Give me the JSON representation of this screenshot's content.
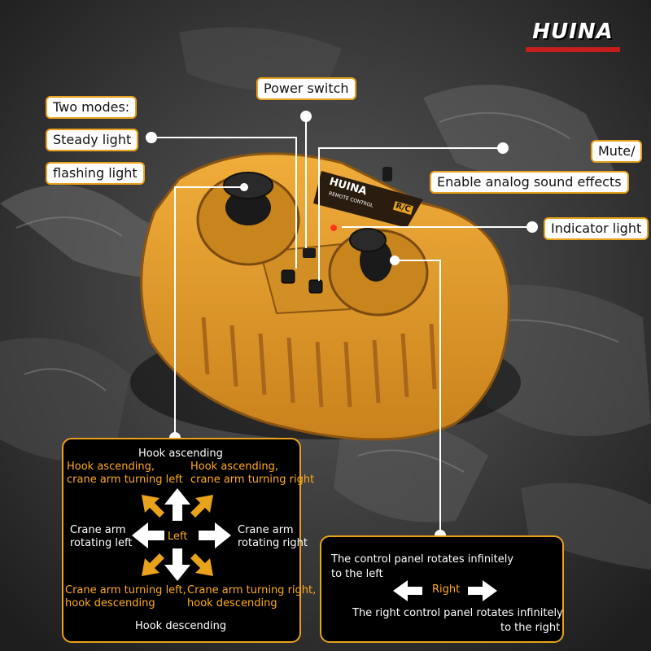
{
  "brand": {
    "logo_text": "HUINA",
    "remote_text": "REMOTE CONTROL",
    "rc_badge": "R/C"
  },
  "callouts": {
    "power_switch": "Power switch",
    "two_modes": "Two modes:",
    "steady_light": "Steady light",
    "flashing_light": "flashing light",
    "mute": "Mute/",
    "enable_sound": "Enable analog sound effects",
    "indicator_light": "Indicator light"
  },
  "left_panel": {
    "up": "Hook ascending",
    "up_left_1": "Hook ascending,",
    "up_left_2": "crane arm turning left",
    "up_right_1": "Hook ascending,",
    "up_right_2": "crane arm turning right",
    "left_1": "Crane arm",
    "left_2": "rotating left",
    "center": "Left",
    "right_1": "Crane arm",
    "right_2": "rotating right",
    "down_left_1": "Crane arm turning left,",
    "down_left_2": "hook descending",
    "down_right_1": "Crane arm turning right,",
    "down_right_2": "hook descending",
    "down": "Hook descending"
  },
  "right_panel": {
    "top_1": "The control panel rotates infinitely",
    "top_2": "to the left",
    "center": "Right",
    "bottom_1": "The right control panel rotates infinitely",
    "bottom_2": "to the right"
  },
  "colors": {
    "accent": "#e8a21b",
    "controller_body": "#e09a2a",
    "panel_bg": "#000000"
  }
}
